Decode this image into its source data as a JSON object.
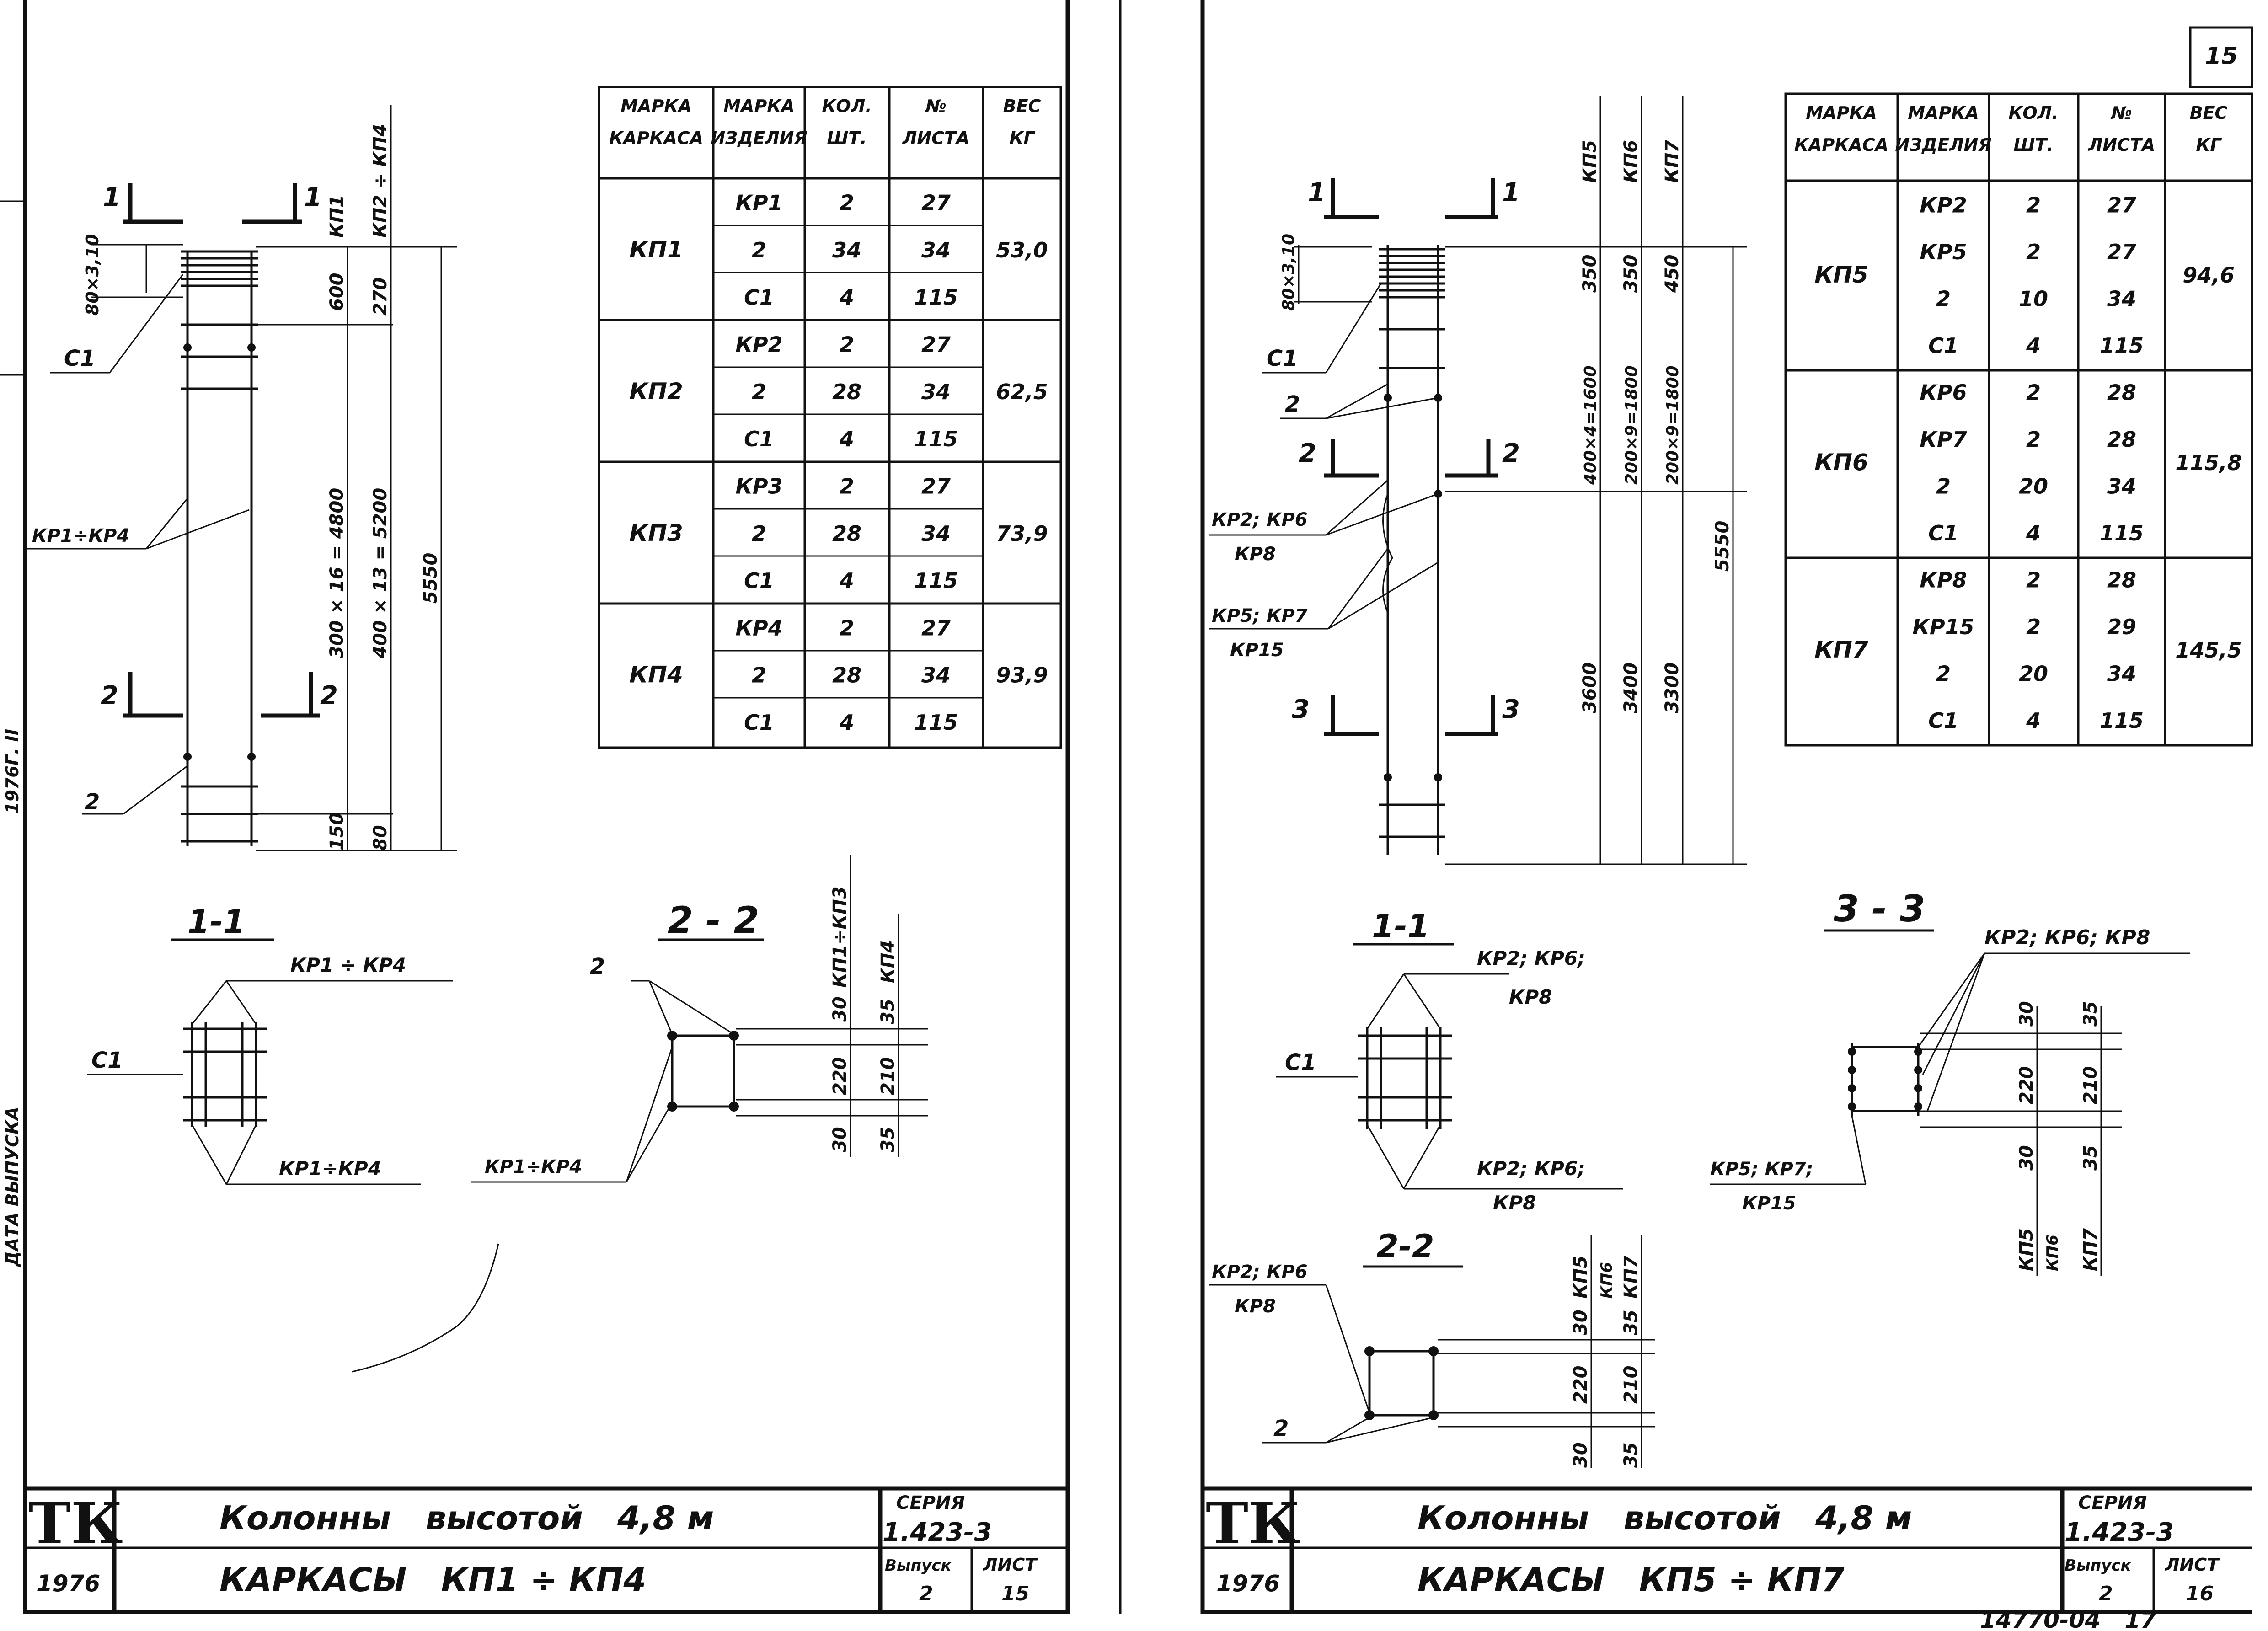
{
  "left": {
    "table": {
      "headers": [
        "МАРКА КАРКАСА",
        "МАРКА ИЗДЕЛИЯ",
        "КОЛ. ШТ.",
        "№ ЛИСТА",
        "ВЕС КГ"
      ],
      "groups": [
        {
          "mark": "КП1",
          "weight": "53,0",
          "rows": [
            [
              "КР1",
              "2",
              "27"
            ],
            [
              "2",
              "34",
              "34"
            ],
            [
              "С1",
              "4",
              "115"
            ]
          ]
        },
        {
          "mark": "КП2",
          "weight": "62,5",
          "rows": [
            [
              "КР2",
              "2",
              "27"
            ],
            [
              "2",
              "28",
              "34"
            ],
            [
              "С1",
              "4",
              "115"
            ]
          ]
        },
        {
          "mark": "КП3",
          "weight": "73,9",
          "rows": [
            [
              "КР3",
              "2",
              "27"
            ],
            [
              "2",
              "28",
              "34"
            ],
            [
              "С1",
              "4",
              "115"
            ]
          ]
        },
        {
          "mark": "КП4",
          "weight": "93,9",
          "rows": [
            [
              "КР4",
              "2",
              "27"
            ],
            [
              "2",
              "28",
              "34"
            ],
            [
              "С1",
              "4",
              "115"
            ]
          ]
        }
      ]
    },
    "elevation": {
      "dim_80x3": "80×3,10",
      "dim_600": "600",
      "dim_270": "270",
      "dim_300x16": "300 × 16 = 4800",
      "dim_400x13": "400 × 13 = 5200",
      "dim_5550": "5550",
      "dim_150": "150",
      "dim_80": "80",
      "col_kp1": "КП1",
      "col_kp2_4": "КП2 ÷ КП4",
      "lbl_c1": "С1",
      "lbl_kp1_4": "КР1÷КР4",
      "lbl_2": "2",
      "sec1_left": "1",
      "sec1_right": "1",
      "sec2_left": "2",
      "sec2_right": "2"
    },
    "section_1_1": {
      "title": "1-1",
      "top": "КР1 ÷ КР4",
      "left": "С1",
      "bottom": "КР1÷КР4"
    },
    "section_2_2": {
      "title": "2 - 2",
      "top": "2",
      "bottom": "КР1÷КР4",
      "d30a": "30",
      "d220": "220",
      "d30b": "30",
      "d35a": "35",
      "d210": "210",
      "d35b": "35",
      "col1": "КП1÷КП3",
      "col2": "КП4"
    },
    "titleblock": {
      "logo": "ТК",
      "year": "1976",
      "line1": "Колонны   высотой   4,8 м",
      "line2": "КАРКАСЫ   КП1 ÷ КП4",
      "series_label": "СЕРИЯ",
      "series": "1.423-3",
      "issue_label": "Выпуск",
      "issue": "2",
      "sheet_label": "ЛИСТ",
      "sheet": "15"
    },
    "margin_text": "ДАТА ВЫПУСКА",
    "margin_text2": "1976Г. II"
  },
  "right": {
    "page_number": "15",
    "table": {
      "headers": [
        "МАРКА КАРКАСА",
        "МАРКА ИЗДЕЛИЯ",
        "КОЛ. ШТ.",
        "№ ЛИСТА",
        "ВЕС КГ"
      ],
      "groups": [
        {
          "mark": "КП5",
          "weight": "94,6",
          "rows": [
            [
              "КР2",
              "2",
              "27"
            ],
            [
              "КР5",
              "2",
              "27"
            ],
            [
              "2",
              "10",
              "34"
            ],
            [
              "С1",
              "4",
              "115"
            ]
          ]
        },
        {
          "mark": "КП6",
          "weight": "115,8",
          "rows": [
            [
              "КР6",
              "2",
              "28"
            ],
            [
              "КР7",
              "2",
              "28"
            ],
            [
              "2",
              "20",
              "34"
            ],
            [
              "С1",
              "4",
              "115"
            ]
          ]
        },
        {
          "mark": "КП7",
          "weight": "145,5",
          "rows": [
            [
              "КР8",
              "2",
              "28"
            ],
            [
              "КР15",
              "2",
              "29"
            ],
            [
              "2",
              "20",
              "34"
            ],
            [
              "С1",
              "4",
              "115"
            ]
          ]
        }
      ]
    },
    "elevation": {
      "dim_80x3": "80×3,10",
      "col_kp5": "КП5",
      "col_kp6": "КП6",
      "col_kp7": "КП7",
      "d350a": "350",
      "d350b": "350",
      "d450": "450",
      "d400x4": "400×4=1600",
      "d200x9a": "200×9=1800",
      "d200x9b": "200×9=1800",
      "d5550": "5550",
      "d3600": "3600",
      "d3400": "3400",
      "d3300": "3300",
      "lbl_c1": "С1",
      "lbl_2": "2",
      "lbl_kp2": "КР2; КР6",
      "lbl_kp8": "КР8",
      "lbl_kp5": "КР5; КР7",
      "lbl_kp15": "КР15",
      "s1l": "1",
      "s1r": "1",
      "s2l": "2",
      "s2r": "2",
      "s3l": "3",
      "s3r": "3"
    },
    "section_1_1": {
      "title": "1-1",
      "top1": "КР2; КР6;",
      "top2": "КР8",
      "left": "С1",
      "bot1": "КР2; КР6;",
      "bot2": "КР8"
    },
    "section_2_2": {
      "title": "2-2",
      "tl1": "КР2; КР6",
      "tl2": "КР8",
      "bl": "2",
      "d30a": "30",
      "d220": "220",
      "d30b": "30",
      "d35a": "35",
      "d210": "210",
      "d35b": "35",
      "c5": "КП5",
      "c6": "КП6",
      "c7": "КП7"
    },
    "section_3_3": {
      "title": "3 - 3",
      "top": "КР2; КР6; КР8",
      "bl1": "КР5; КР7;",
      "bl2": "КР15",
      "d30a": "30",
      "d220": "220",
      "d30b": "30",
      "d35a": "35",
      "d210": "210",
      "d35b": "35",
      "c5": "КП5",
      "c6": "КП6",
      "c7": "КП7"
    },
    "titleblock": {
      "logo": "ТК",
      "year": "1976",
      "line1": "Колонны   высотой   4,8 м",
      "line2": "КАРКАСЫ   КП5 ÷ КП7",
      "series_label": "СЕРИЯ",
      "series": "1.423-3",
      "issue_label": "Выпуск",
      "issue": "2",
      "sheet_label": "ЛИСТ",
      "sheet": "16"
    },
    "footer_code": "14770-04   17"
  }
}
